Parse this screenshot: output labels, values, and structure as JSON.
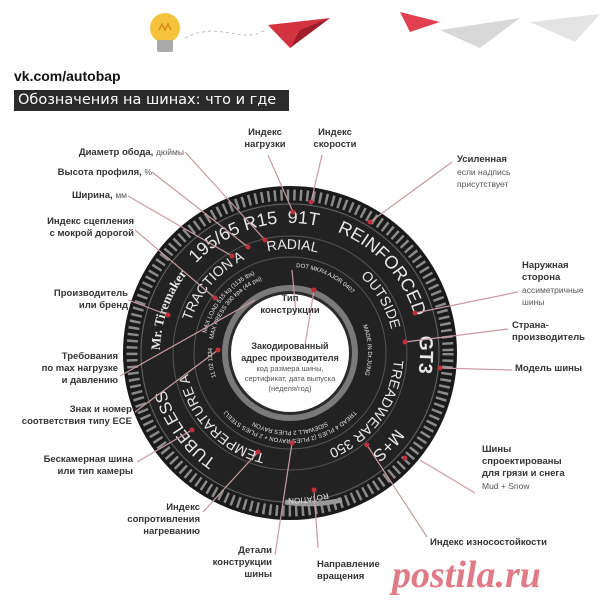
{
  "header": {
    "site": "vk.com/autobap",
    "title": "Обозначения на шинах: что и где"
  },
  "watermark": "postila.ru",
  "colors": {
    "accent": "#c0303a",
    "tire": "#1e1e1e",
    "tread": "#8a8a8a",
    "title_bg": "#2b2b2b",
    "watermark": "#e07a87"
  },
  "tire_markings": {
    "size": "195/65 R15",
    "load_speed": "91T",
    "reinforced": "REINFORCED",
    "outside": "OUTSIDE",
    "model": "GT3",
    "treadwear": "TREADWEAR 350",
    "mud_snow": "M+S",
    "rotation": "ROTATION",
    "temperature": "TEMPERATURE A",
    "tubeless": "TUBELESS",
    "brand": "Mr. Tiremaker",
    "traction": "TRACTION A",
    "radial": "RADIAL",
    "max_load": "MAX LOAD 515 kg (1135 lbs)",
    "max_press": "MAX PRESS 300 kpa (44 psi)",
    "dot": "DOT MKR4 AJOR 0407",
    "made_in": "MADE IN Dr.JUNG",
    "ece": "11 02 1234",
    "tread_plies": "TREAD 4 PLIES (2 PLIES RAYON + 2 PLIES STEEL)",
    "sidewall_plies": "SIDEWALL 2 PLIES RAYON"
  },
  "labels": {
    "rim_diameter": {
      "title": "Диаметр обода,",
      "sub": "дюймы"
    },
    "profile_height": {
      "title": "Высота профиля,",
      "sub": "%"
    },
    "width": {
      "title": "Ширина,",
      "sub": "мм"
    },
    "wet_grip": [
      "Индекс сцепления",
      "с мокрой дорогой"
    ],
    "brand": [
      "Производитель",
      "или бренд"
    ],
    "max_load": [
      "Требования",
      "по max нагрузке",
      "и давлению"
    ],
    "ece": [
      "Знак и номер",
      "соответствия типу ECE"
    ],
    "tubeless": [
      "Бескамерная шина",
      "или тип камеры"
    ],
    "temperature": [
      "Индекс",
      "сопротивления",
      "нагреванию"
    ],
    "construction_details": [
      "Детали",
      "конструкции",
      "шины"
    ],
    "rotation": [
      "Направление",
      "вращения"
    ],
    "treadwear": [
      "Индекс износостойкости"
    ],
    "mud_snow": {
      "lines": [
        "Шины",
        "спроектированы",
        "для грязи и снега"
      ],
      "sub": "Mud + Snow"
    },
    "model": [
      "Модель шины"
    ],
    "country": [
      "Страна-",
      "производитель"
    ],
    "outside": {
      "lines": [
        "Наружная",
        "сторона"
      ],
      "sub": [
        "ассиметричные",
        "шины"
      ]
    },
    "reinforced": {
      "title": "Усиленная",
      "sub": [
        "если надпись",
        "присутствует"
      ]
    },
    "load_index": [
      "Индекс",
      "нагрузки"
    ],
    "speed_index": [
      "Индекс",
      "скорости"
    ],
    "construction_type": [
      "Тип",
      "конструкции"
    ],
    "manufacturer_code": {
      "lines": [
        "Закодированный",
        "адрес производителя"
      ],
      "sub": [
        "код размера шины,",
        "сертификат, дата выпуска",
        "(неделя/год)"
      ]
    }
  }
}
